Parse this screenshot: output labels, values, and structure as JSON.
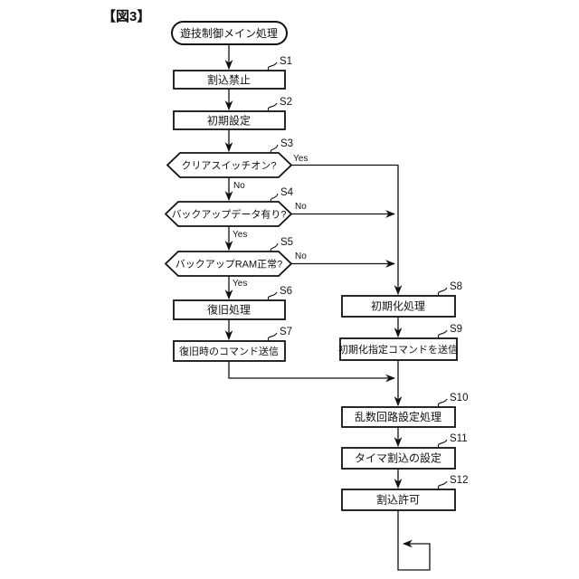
{
  "figure_label": "【図3】",
  "flowchart": {
    "start_label": "遊技制御メイン処理",
    "branch_labels": {
      "yes": "Yes",
      "no": "No"
    },
    "steps": [
      {
        "id": "S1",
        "type": "process",
        "label": "割込禁止"
      },
      {
        "id": "S2",
        "type": "process",
        "label": "初期設定"
      },
      {
        "id": "S3",
        "type": "decision",
        "label": "クリアスイッチオン?",
        "yes_goes_to": "S8",
        "no_goes_to": "S4"
      },
      {
        "id": "S4",
        "type": "decision",
        "label": "バックアップデータ有り?",
        "yes_goes_to": "S5",
        "no_goes_to": "S8"
      },
      {
        "id": "S5",
        "type": "decision",
        "label": "バックアップRAM正常?",
        "yes_goes_to": "S6",
        "no_goes_to": "S8"
      },
      {
        "id": "S6",
        "type": "process",
        "label": "復旧処理"
      },
      {
        "id": "S7",
        "type": "process",
        "label": "復旧時のコマンド送信",
        "goes_to": "S10"
      },
      {
        "id": "S8",
        "type": "process",
        "label": "初期化処理"
      },
      {
        "id": "S9",
        "type": "process",
        "label": "初期化指定コマンドを送信",
        "goes_to": "S10"
      },
      {
        "id": "S10",
        "type": "process",
        "label": "乱数回路設定処理"
      },
      {
        "id": "S11",
        "type": "process",
        "label": "タイマ割込の設定"
      },
      {
        "id": "S12",
        "type": "process",
        "label": "割込許可",
        "then": "loop-forever"
      }
    ],
    "line_color": "#111111",
    "background": "#ffffff"
  }
}
